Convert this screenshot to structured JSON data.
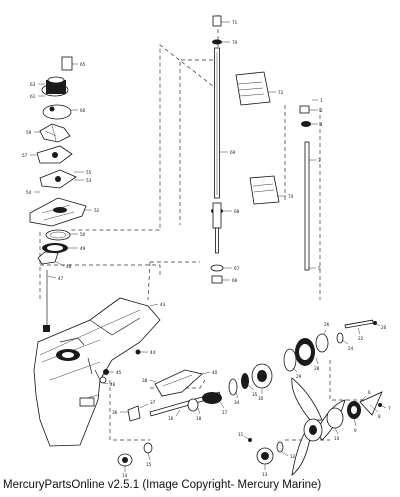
{
  "caption": "MercuryPartsOnline v2.5.1 (Image Copyright- Mercury Marine)",
  "callouts": [
    {
      "id": "c71",
      "n": "71"
    },
    {
      "id": "c70",
      "n": "70"
    },
    {
      "id": "c69",
      "n": "69"
    },
    {
      "id": "c72",
      "n": "72"
    },
    {
      "id": "c68",
      "n": "68"
    },
    {
      "id": "c74",
      "n": "74"
    },
    {
      "id": "c67",
      "n": "67"
    },
    {
      "id": "c66",
      "n": "66"
    },
    {
      "id": "c65",
      "n": "65"
    },
    {
      "id": "c63",
      "n": "63"
    },
    {
      "id": "c61",
      "n": "61"
    },
    {
      "id": "c60",
      "n": "60"
    },
    {
      "id": "c59",
      "n": "59"
    },
    {
      "id": "c57",
      "n": "57"
    },
    {
      "id": "c55",
      "n": "55"
    },
    {
      "id": "c53",
      "n": "53"
    },
    {
      "id": "c54",
      "n": "54"
    },
    {
      "id": "c52",
      "n": "52"
    },
    {
      "id": "c50",
      "n": "50"
    },
    {
      "id": "c49",
      "n": "49"
    },
    {
      "id": "c48",
      "n": "48"
    },
    {
      "id": "c47",
      "n": "47"
    },
    {
      "id": "c1",
      "n": "1"
    },
    {
      "id": "c2",
      "n": "2"
    },
    {
      "id": "c3",
      "n": "3"
    },
    {
      "id": "c4",
      "n": "4"
    },
    {
      "id": "c5",
      "n": "5"
    },
    {
      "id": "c43",
      "n": "43"
    },
    {
      "id": "c44",
      "n": "44"
    },
    {
      "id": "c45",
      "n": "45"
    },
    {
      "id": "c46",
      "n": "46"
    },
    {
      "id": "c40",
      "n": "40"
    },
    {
      "id": "c38",
      "n": "38"
    },
    {
      "id": "c37",
      "n": "37"
    },
    {
      "id": "c36",
      "n": "36"
    },
    {
      "id": "c35",
      "n": "35"
    },
    {
      "id": "c34",
      "n": "34"
    },
    {
      "id": "c30",
      "n": "30"
    },
    {
      "id": "c29",
      "n": "29"
    },
    {
      "id": "c28",
      "n": "28"
    },
    {
      "id": "c26",
      "n": "26"
    },
    {
      "id": "c24",
      "n": "24"
    },
    {
      "id": "c22",
      "n": "22"
    },
    {
      "id": "c20",
      "n": "20"
    },
    {
      "id": "c18",
      "n": "18"
    },
    {
      "id": "c17",
      "n": "17"
    },
    {
      "id": "c16",
      "n": "16"
    },
    {
      "id": "c15",
      "n": "15"
    },
    {
      "id": "c14",
      "n": "14"
    },
    {
      "id": "c13",
      "n": "13"
    },
    {
      "id": "c12",
      "n": "12"
    },
    {
      "id": "c11",
      "n": "11"
    },
    {
      "id": "c10",
      "n": "10"
    },
    {
      "id": "c9",
      "n": "9"
    },
    {
      "id": "c8",
      "n": "8"
    },
    {
      "id": "c7",
      "n": "7"
    },
    {
      "id": "c6",
      "n": "6"
    }
  ]
}
